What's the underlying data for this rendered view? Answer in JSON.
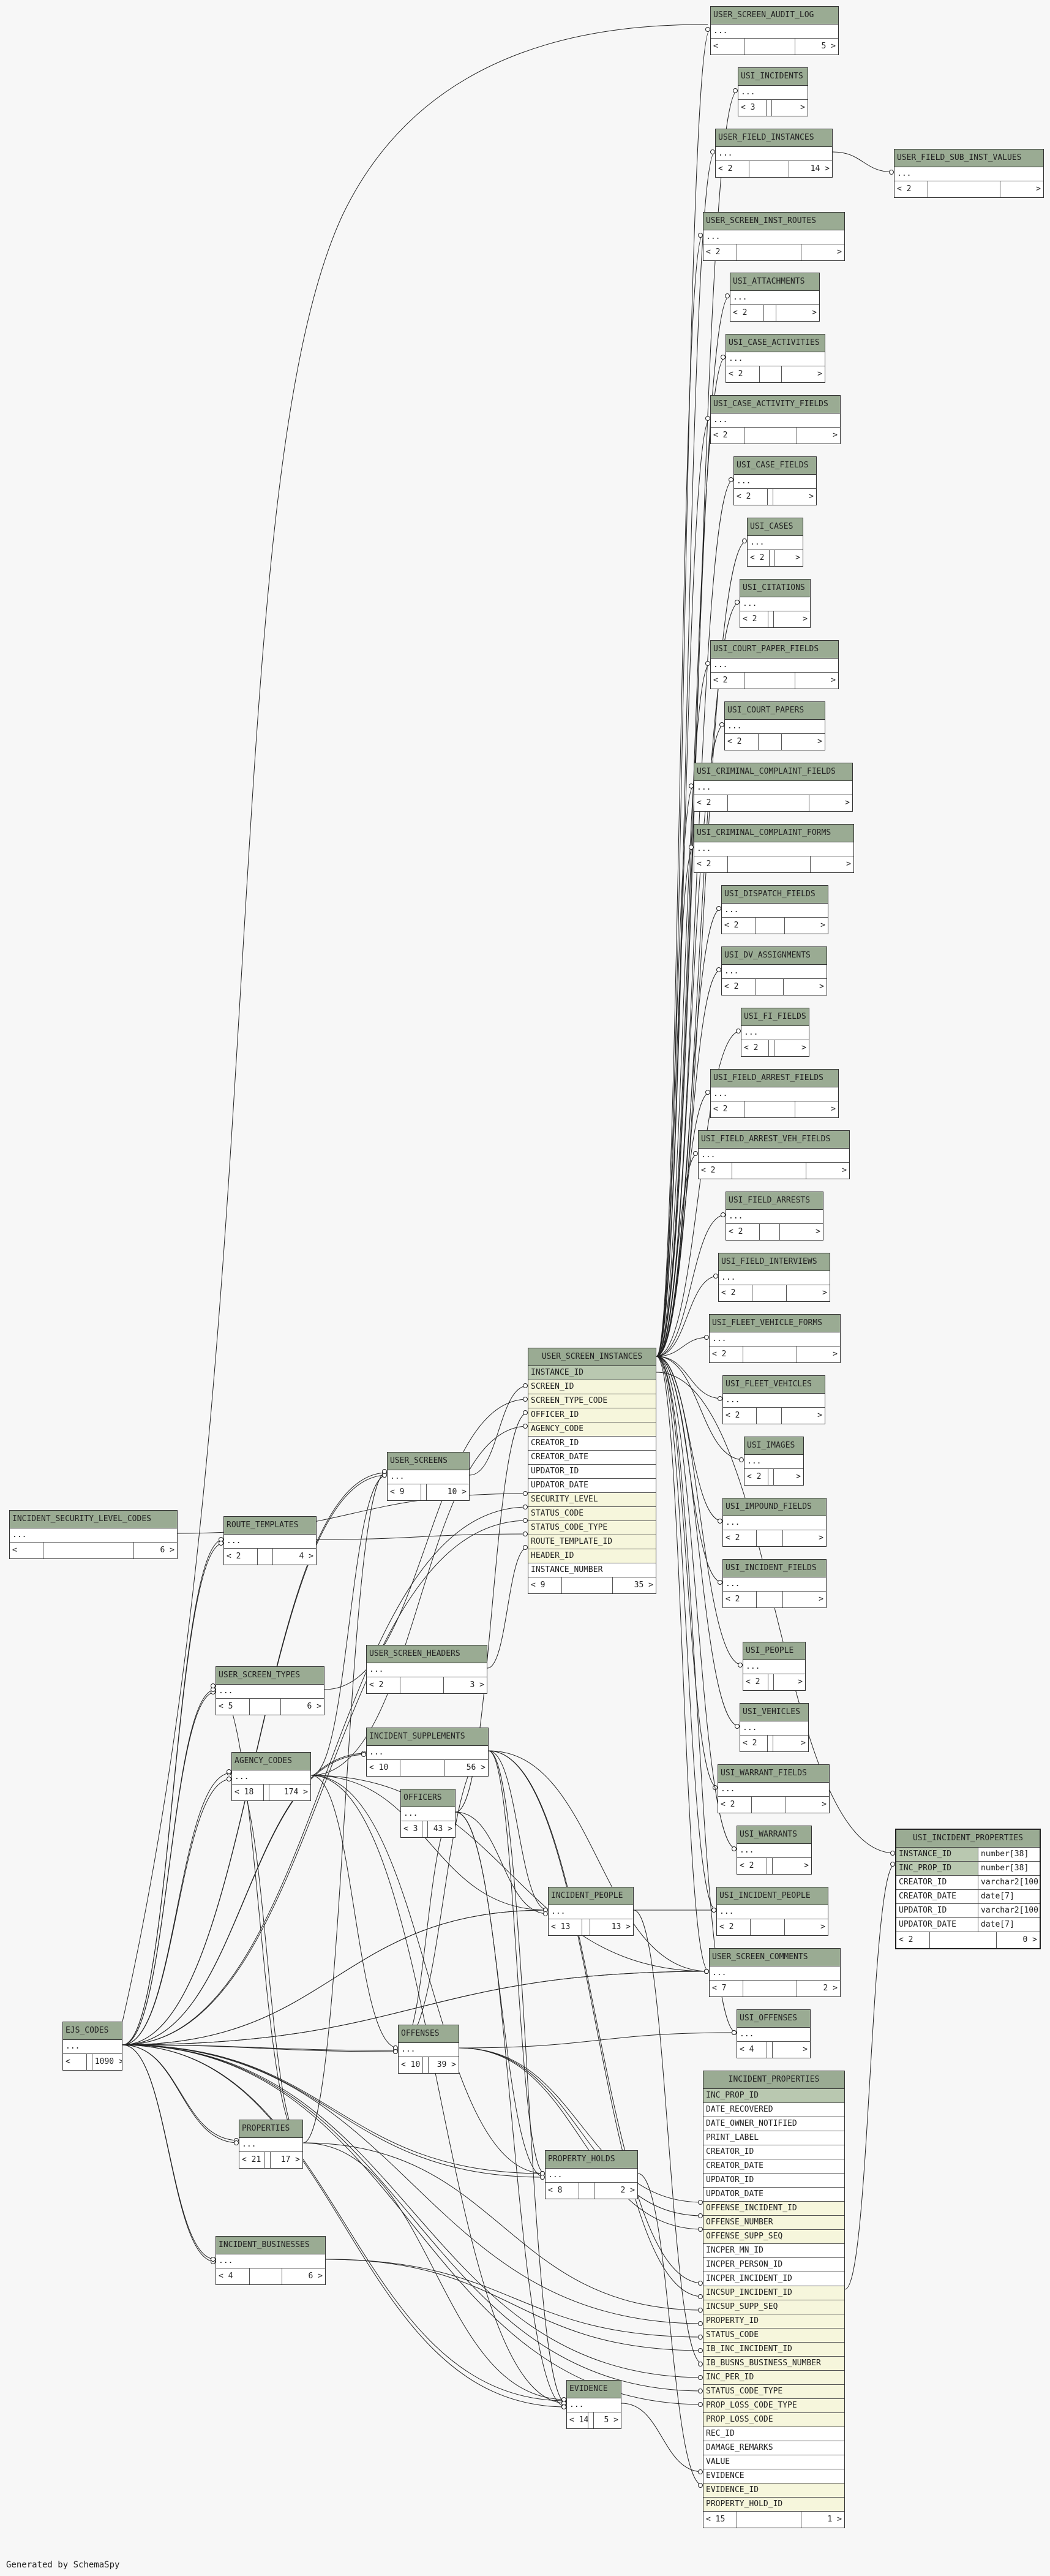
{
  "footer": "Generated by SchemaSpy",
  "tables": [
    {
      "id": "USER_SCREEN_AUDIT_LOG",
      "name": "USER_SCREEN_AUDIT_LOG",
      "parents": "",
      "children": "5"
    },
    {
      "id": "USI_INCIDENTS",
      "name": "USI_INCIDENTS",
      "parents": "3",
      "children": ""
    },
    {
      "id": "USER_FIELD_INSTANCES",
      "name": "USER_FIELD_INSTANCES",
      "parents": "2",
      "children": "14"
    },
    {
      "id": "USER_FIELD_SUB_INST_VALUES",
      "name": "USER_FIELD_SUB_INST_VALUES",
      "parents": "2",
      "children": ""
    },
    {
      "id": "USER_SCREEN_INST_ROUTES",
      "name": "USER_SCREEN_INST_ROUTES",
      "parents": "2",
      "children": ""
    },
    {
      "id": "USI_ATTACHMENTS",
      "name": "USI_ATTACHMENTS",
      "parents": "2",
      "children": ""
    },
    {
      "id": "USI_CASE_ACTIVITIES",
      "name": "USI_CASE_ACTIVITIES",
      "parents": "2",
      "children": ""
    },
    {
      "id": "USI_CASE_ACTIVITY_FIELDS",
      "name": "USI_CASE_ACTIVITY_FIELDS",
      "parents": "2",
      "children": ""
    },
    {
      "id": "USI_CASE_FIELDS",
      "name": "USI_CASE_FIELDS",
      "parents": "2",
      "children": ""
    },
    {
      "id": "USI_CASES",
      "name": "USI_CASES",
      "parents": "2",
      "children": ""
    },
    {
      "id": "USI_CITATIONS",
      "name": "USI_CITATIONS",
      "parents": "2",
      "children": ""
    },
    {
      "id": "USI_COURT_PAPER_FIELDS",
      "name": "USI_COURT_PAPER_FIELDS",
      "parents": "2",
      "children": ""
    },
    {
      "id": "USI_COURT_PAPERS",
      "name": "USI_COURT_PAPERS",
      "parents": "2",
      "children": ""
    },
    {
      "id": "USI_CRIMINAL_COMPLAINT_FIELDS",
      "name": "USI_CRIMINAL_COMPLAINT_FIELDS",
      "parents": "2",
      "children": ""
    },
    {
      "id": "USI_CRIMINAL_COMPLAINT_FORMS",
      "name": "USI_CRIMINAL_COMPLAINT_FORMS",
      "parents": "2",
      "children": ""
    },
    {
      "id": "USI_DISPATCH_FIELDS",
      "name": "USI_DISPATCH_FIELDS",
      "parents": "2",
      "children": ""
    },
    {
      "id": "USI_DV_ASSIGNMENTS",
      "name": "USI_DV_ASSIGNMENTS",
      "parents": "2",
      "children": ""
    },
    {
      "id": "USI_FI_FIELDS",
      "name": "USI_FI_FIELDS",
      "parents": "2",
      "children": ""
    },
    {
      "id": "USI_FIELD_ARREST_FIELDS",
      "name": "USI_FIELD_ARREST_FIELDS",
      "parents": "2",
      "children": ""
    },
    {
      "id": "USI_FIELD_ARREST_VEH_FIELDS",
      "name": "USI_FIELD_ARREST_VEH_FIELDS",
      "parents": "2",
      "children": ""
    },
    {
      "id": "USI_FIELD_ARRESTS",
      "name": "USI_FIELD_ARRESTS",
      "parents": "2",
      "children": ""
    },
    {
      "id": "USI_FIELD_INTERVIEWS",
      "name": "USI_FIELD_INTERVIEWS",
      "parents": "2",
      "children": ""
    },
    {
      "id": "USI_FLEET_VEHICLE_FORMS",
      "name": "USI_FLEET_VEHICLE_FORMS",
      "parents": "2",
      "children": ""
    },
    {
      "id": "USI_FLEET_VEHICLES",
      "name": "USI_FLEET_VEHICLES",
      "parents": "2",
      "children": ""
    },
    {
      "id": "USI_IMAGES",
      "name": "USI_IMAGES",
      "parents": "2",
      "children": ""
    },
    {
      "id": "USI_IMPOUND_FIELDS",
      "name": "USI_IMPOUND_FIELDS",
      "parents": "2",
      "children": ""
    },
    {
      "id": "USI_INCIDENT_FIELDS",
      "name": "USI_INCIDENT_FIELDS",
      "parents": "2",
      "children": ""
    },
    {
      "id": "USI_PEOPLE",
      "name": "USI_PEOPLE",
      "parents": "2",
      "children": ""
    },
    {
      "id": "USI_VEHICLES",
      "name": "USI_VEHICLES",
      "parents": "2",
      "children": ""
    },
    {
      "id": "USI_WARRANT_FIELDS",
      "name": "USI_WARRANT_FIELDS",
      "parents": "2",
      "children": ""
    },
    {
      "id": "USI_WARRANTS",
      "name": "USI_WARRANTS",
      "parents": "2",
      "children": ""
    },
    {
      "id": "USI_INCIDENT_PEOPLE",
      "name": "USI_INCIDENT_PEOPLE",
      "parents": "2",
      "children": ""
    },
    {
      "id": "USER_SCREEN_COMMENTS",
      "name": "USER_SCREEN_COMMENTS",
      "parents": "7",
      "children": "2"
    },
    {
      "id": "USI_OFFENSES",
      "name": "USI_OFFENSES",
      "parents": "4",
      "children": ""
    },
    {
      "id": "USER_SCREENS",
      "name": "USER_SCREENS",
      "parents": "9",
      "children": "10"
    },
    {
      "id": "ROUTE_TEMPLATES",
      "name": "ROUTE_TEMPLATES",
      "parents": "2",
      "children": "4"
    },
    {
      "id": "INCIDENT_SECURITY_LEVEL_CODES",
      "name": "INCIDENT_SECURITY_LEVEL_CODES",
      "parents": "",
      "children": "6"
    },
    {
      "id": "USER_SCREEN_TYPES",
      "name": "USER_SCREEN_TYPES",
      "parents": "5",
      "children": "6"
    },
    {
      "id": "USER_SCREEN_HEADERS",
      "name": "USER_SCREEN_HEADERS",
      "parents": "2",
      "children": "3"
    },
    {
      "id": "AGENCY_CODES",
      "name": "AGENCY_CODES",
      "parents": "18",
      "children": "174"
    },
    {
      "id": "INCIDENT_SUPPLEMENTS",
      "name": "INCIDENT_SUPPLEMENTS",
      "parents": "10",
      "children": "56"
    },
    {
      "id": "OFFICERS",
      "name": "OFFICERS",
      "parents": "3",
      "children": "43"
    },
    {
      "id": "INCIDENT_PEOPLE",
      "name": "INCIDENT_PEOPLE",
      "parents": "13",
      "children": "13"
    },
    {
      "id": "EJS_CODES",
      "name": "EJS_CODES",
      "parents": "",
      "children": "1090"
    },
    {
      "id": "OFFENSES",
      "name": "OFFENSES",
      "parents": "10",
      "children": "39"
    },
    {
      "id": "PROPERTIES",
      "name": "PROPERTIES",
      "parents": "21",
      "children": "17"
    },
    {
      "id": "PROPERTY_HOLDS",
      "name": "PROPERTY_HOLDS",
      "parents": "8",
      "children": "2"
    },
    {
      "id": "INCIDENT_BUSINESSES",
      "name": "INCIDENT_BUSINESSES",
      "parents": "4",
      "children": "6"
    },
    {
      "id": "EVIDENCE",
      "name": "EVIDENCE",
      "parents": "14",
      "children": "5"
    }
  ],
  "collapsed_label": "...",
  "user_screen_instances": {
    "name": "USER_SCREEN_INSTANCES",
    "columns": [
      {
        "name": "INSTANCE_ID",
        "kind": "pk"
      },
      {
        "name": "SCREEN_ID",
        "kind": "fk"
      },
      {
        "name": "SCREEN_TYPE_CODE",
        "kind": "fk"
      },
      {
        "name": "OFFICER_ID",
        "kind": "fk"
      },
      {
        "name": "AGENCY_CODE",
        "kind": "fk"
      },
      {
        "name": "CREATOR_ID",
        "kind": ""
      },
      {
        "name": "CREATOR_DATE",
        "kind": ""
      },
      {
        "name": "UPDATOR_ID",
        "kind": ""
      },
      {
        "name": "UPDATOR_DATE",
        "kind": ""
      },
      {
        "name": "SECURITY_LEVEL",
        "kind": "fk"
      },
      {
        "name": "STATUS_CODE",
        "kind": "fk"
      },
      {
        "name": "STATUS_CODE_TYPE",
        "kind": "fk"
      },
      {
        "name": "ROUTE_TEMPLATE_ID",
        "kind": "fk"
      },
      {
        "name": "HEADER_ID",
        "kind": "fk"
      },
      {
        "name": "INSTANCE_NUMBER",
        "kind": ""
      }
    ],
    "parents": "9",
    "children": "35"
  },
  "usi_incident_properties": {
    "name": "USI_INCIDENT_PROPERTIES",
    "columns": [
      {
        "name": "INSTANCE_ID",
        "type": "number[38]",
        "kind": "pk"
      },
      {
        "name": "INC_PROP_ID",
        "type": "number[38]",
        "kind": "pk"
      },
      {
        "name": "CREATOR_ID",
        "type": "varchar2[100]",
        "kind": ""
      },
      {
        "name": "CREATOR_DATE",
        "type": "date[7]",
        "kind": ""
      },
      {
        "name": "UPDATOR_ID",
        "type": "varchar2[100]",
        "kind": ""
      },
      {
        "name": "UPDATOR_DATE",
        "type": "date[7]",
        "kind": ""
      }
    ],
    "parents": "2",
    "children": "0"
  },
  "incident_properties": {
    "name": "INCIDENT_PROPERTIES",
    "columns": [
      {
        "name": "INC_PROP_ID",
        "kind": "pk"
      },
      {
        "name": "DATE_RECOVERED",
        "kind": ""
      },
      {
        "name": "DATE_OWNER_NOTIFIED",
        "kind": ""
      },
      {
        "name": "PRINT_LABEL",
        "kind": ""
      },
      {
        "name": "CREATOR_ID",
        "kind": ""
      },
      {
        "name": "CREATOR_DATE",
        "kind": ""
      },
      {
        "name": "UPDATOR_ID",
        "kind": ""
      },
      {
        "name": "UPDATOR_DATE",
        "kind": ""
      },
      {
        "name": "OFFENSE_INCIDENT_ID",
        "kind": "fk"
      },
      {
        "name": "OFFENSE_NUMBER",
        "kind": "fk"
      },
      {
        "name": "OFFENSE_SUPP_SEQ",
        "kind": "fk"
      },
      {
        "name": "INCPER_MN_ID",
        "kind": ""
      },
      {
        "name": "INCPER_PERSON_ID",
        "kind": ""
      },
      {
        "name": "INCPER_INCIDENT_ID",
        "kind": ""
      },
      {
        "name": "INCSUP_INCIDENT_ID",
        "kind": "fk"
      },
      {
        "name": "INCSUP_SUPP_SEQ",
        "kind": "fk"
      },
      {
        "name": "PROPERTY_ID",
        "kind": "fk"
      },
      {
        "name": "STATUS_CODE",
        "kind": "fk"
      },
      {
        "name": "IB_INC_INCIDENT_ID",
        "kind": "fk"
      },
      {
        "name": "IB_BUSNS_BUSINESS_NUMBER",
        "kind": "fk"
      },
      {
        "name": "INC_PER_ID",
        "kind": "fk"
      },
      {
        "name": "STATUS_CODE_TYPE",
        "kind": "fk"
      },
      {
        "name": "PROP_LOSS_CODE_TYPE",
        "kind": "fk"
      },
      {
        "name": "PROP_LOSS_CODE",
        "kind": "fk"
      },
      {
        "name": "REC_ID",
        "kind": ""
      },
      {
        "name": "DAMAGE_REMARKS",
        "kind": ""
      },
      {
        "name": "VALUE",
        "kind": ""
      },
      {
        "name": "EVIDENCE",
        "kind": ""
      },
      {
        "name": "EVIDENCE_ID",
        "kind": "fk"
      },
      {
        "name": "PROPERTY_HOLD_ID",
        "kind": "fk"
      }
    ],
    "parents": "15",
    "children": "1"
  }
}
